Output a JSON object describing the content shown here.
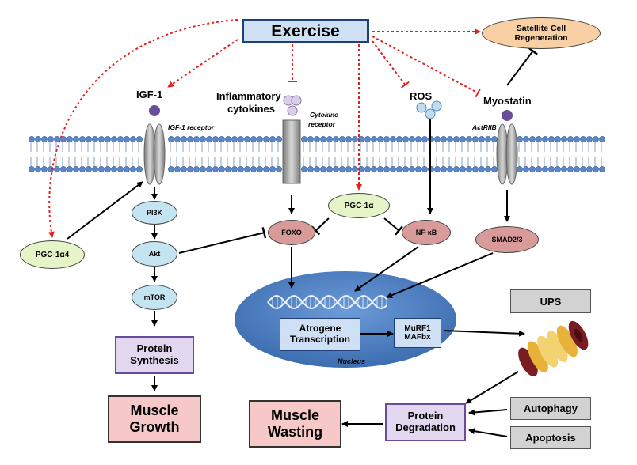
{
  "exercise": "Exercise",
  "satellite_cell": [
    "Satellite Cell",
    "Regeneration"
  ],
  "igf1": "IGF-1",
  "igf1_receptor": "IGF-1 receptor",
  "inflammatory_cytokines": [
    "Inflammatory",
    "cytokines"
  ],
  "cytokine_receptor": [
    "Cytokine",
    "receptor"
  ],
  "ros": "ROS",
  "myostatin": "Myostatin",
  "actriib": "ActRIIB",
  "pi3k": "PI3K",
  "akt": "Akt",
  "mtor": "mTOR",
  "pgc1a4": "PGC-1α4",
  "pgc1a": "PGC-1α",
  "foxo": "FOXO",
  "nfkb": "NF-κB",
  "smad": "SMAD2/3",
  "atrogene": [
    "Atrogene",
    "Transcription"
  ],
  "murf": [
    "MuRF1",
    "MAFbx"
  ],
  "nucleus": "Nucleus",
  "ups": "UPS",
  "protein_synthesis": [
    "Protein",
    "Synthesis"
  ],
  "muscle_growth": [
    "Muscle",
    "Growth"
  ],
  "muscle_wasting": [
    "Muscle",
    "Wasting"
  ],
  "protein_degradation": [
    "Protein",
    "Degradation"
  ],
  "autophagy": "Autophagy",
  "apoptosis": "Apoptosis",
  "colors": {
    "exercise_fill": "#cfe0f5",
    "exercise_border": "#1f3f7a",
    "satellite_fill": "#f9cfa4",
    "green_pill": "#e6f5c8",
    "blue_pill": "#c4e4f2",
    "red_pill": "#d99a9a",
    "purple_box": "#e3d6ef",
    "pink_box": "#f6c8c8",
    "grey_box": "#d2d2d2",
    "nucleus": "#4a7fc3",
    "dotted_arrow": "#e32020",
    "membrane_head": "#5b86c8"
  }
}
